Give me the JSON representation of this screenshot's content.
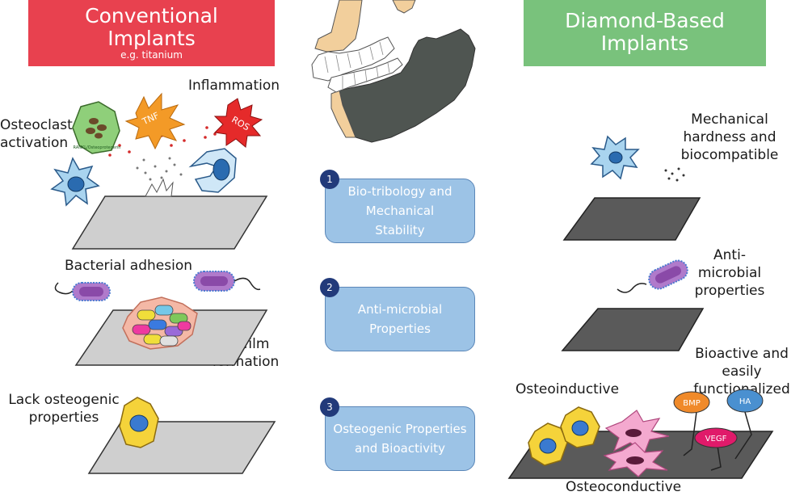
{
  "conventional": {
    "title": "Conventional Implants",
    "subtitle": "e.g. titanium",
    "labels": {
      "osteoclast": "Osteoclast activation",
      "inflammation": "Inflammation",
      "bacterial": "Bacterial adhesion",
      "biofilm": "Biofilm formation",
      "osteogenic": "Lack osteogenic properties"
    },
    "tags": {
      "tnf": "TNF",
      "ros": "ROS",
      "rankl": "RANKL/Osteoprotegerin"
    }
  },
  "diamond": {
    "title": "Diamond-Based Implants",
    "labels": {
      "mechanical": "Mechanical hardness and biocompatible",
      "antimicrobial": "Anti-microbial properties",
      "bioactive": "Bioactive and easily functionalized",
      "osteoinductive": "Osteoinductive",
      "osteoconductive": "Osteoconductive"
    },
    "tags": {
      "bmp": "BMP",
      "ha": "HA",
      "vegf": "VEGF"
    }
  },
  "properties": [
    {
      "number": "1",
      "label": "Bio-tribology and Mechanical Stability"
    },
    {
      "number": "2",
      "label": "Anti-microbial Properties"
    },
    {
      "number": "3",
      "label": "Osteogenic Properties and Bioactivity"
    }
  ],
  "colors": {
    "conventional": "#e8414f",
    "diamond": "#79c27c",
    "property_box": "#9cc3e6",
    "badge": "#223a7a",
    "titanium_plate": "#cfcfcf",
    "diamond_plate": "#5a5a5a",
    "jaw_bone": "#f2cf9c"
  },
  "icons": [
    "jaw-bone-icon",
    "osteoclast-cell-icon",
    "macrophage-cell-icon",
    "bacterium-icon",
    "biofilm-icon",
    "osteoblast-cell-icon",
    "stem-cell-icon"
  ]
}
